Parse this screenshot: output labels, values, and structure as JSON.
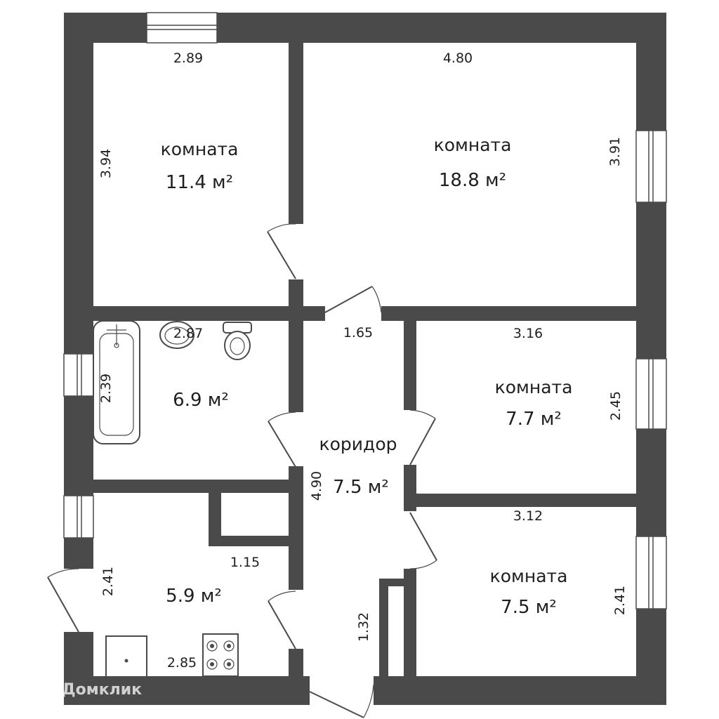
{
  "rooms": {
    "room_top_left": {
      "name": "комната",
      "area": "11.4 м²"
    },
    "room_top_right": {
      "name": "комната",
      "area": "18.8 м²"
    },
    "bathroom": {
      "area": "6.9 м²"
    },
    "corridor": {
      "name": "коридор",
      "area": "7.5 м²"
    },
    "room_mid_right": {
      "name": "комната",
      "area": "7.7 м²"
    },
    "kitchen": {
      "area": "5.9 м²"
    },
    "room_bottom_right": {
      "name": "комната",
      "area": "7.5 м²"
    }
  },
  "dimensions": {
    "top_left_width": "2.89",
    "top_left_height": "3.94",
    "top_right_width": "4.80",
    "top_right_height": "3.91",
    "bath_width": "2.87",
    "bath_height": "2.39",
    "corridor_width": "1.65",
    "corridor_length": "4.90",
    "corridor_lower_width": "1.32",
    "mid_right_width": "3.16",
    "mid_right_height": "2.45",
    "bottom_right_width": "3.12",
    "bottom_right_height": "2.41",
    "kitchen_height": "2.41",
    "kitchen_niche_width": "1.15",
    "kitchen_width": "2.85"
  },
  "watermark": {
    "text": "Домклик"
  },
  "fixtures": [
    "bathtub-icon",
    "sink-icon",
    "toilet-icon",
    "kitchen-sink-icon",
    "stove-icon"
  ],
  "colors": {
    "wall": "#4a4a4b",
    "background": "#ffffff",
    "text": "#1f1f1f"
  }
}
